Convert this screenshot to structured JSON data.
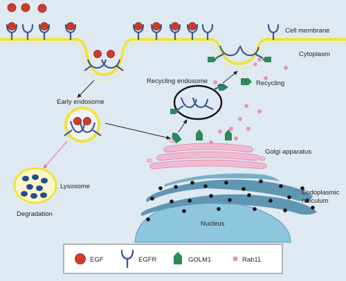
{
  "labels": {
    "cell_membrane": "Cell membrane",
    "cytoplasm": "Cytoplasm",
    "recycling_endosome": "Recycling endosome",
    "recycling": "Recycling",
    "early_endosome": "Early endosome",
    "golgi": "Golgi apparatus",
    "lysosome": "Lysosome",
    "degradation": "Degradation",
    "er_line1": "Endoplasmic",
    "er_line2": "reticulum",
    "nucleus": "Nucleus"
  },
  "legend": {
    "egf": "EGF",
    "egfr": "EGFR",
    "golm1": "GOLM1",
    "rab11": "Rab11"
  },
  "colors": {
    "background": "#dfe9f1",
    "membrane": "#f2e23a",
    "egf": "#cf3b2b",
    "egfr": "#3d5a8c",
    "golm1": "#2c8a5a",
    "rab11": "#e393b6",
    "golgi": "#f0b9d0",
    "er": "#5f97b3",
    "nucleus": "#8ec6df",
    "lysosome_fill": "#fbf6c9",
    "lysosome_granule": "#1f4f8c",
    "arrow_pink": "#e07aa8"
  }
}
